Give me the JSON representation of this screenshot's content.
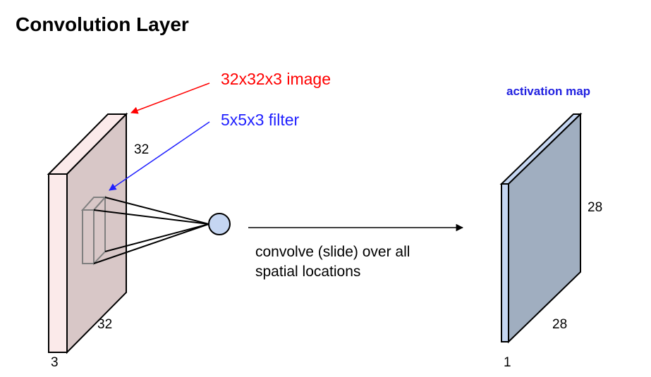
{
  "title": "Convolution Layer",
  "input_volume": {
    "label": "32x32x3 image",
    "width_label": "32",
    "height_label": "32",
    "depth_label": "3",
    "front_color": "#fbeaea",
    "side_color": "#d8c7c7",
    "label_color": "#ff0000"
  },
  "filter": {
    "label": "5x5x3 filter",
    "label_color": "#2020ff"
  },
  "neuron": {
    "fill": "#c5d6f2"
  },
  "operation": {
    "line1": "convolve (slide) over all",
    "line2": "spatial locations"
  },
  "output_volume": {
    "label": "activation map",
    "width_label": "28",
    "height_label": "28",
    "depth_label": "1",
    "front_color": "#c5d6f2",
    "side_color": "#a0aec0",
    "label_color": "#2020e0"
  }
}
